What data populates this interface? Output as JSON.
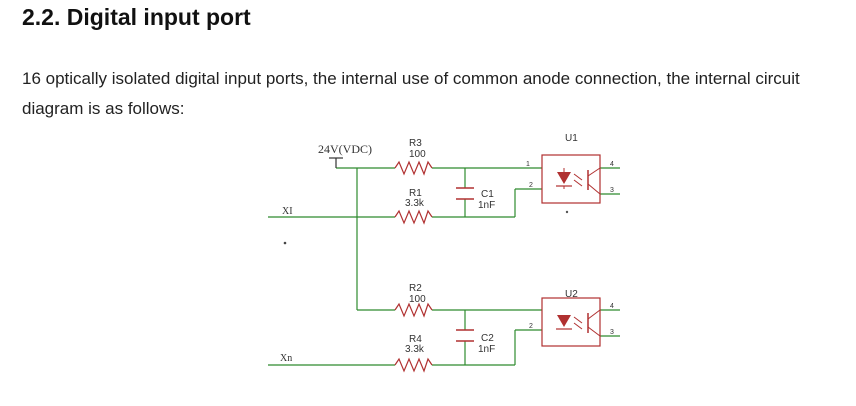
{
  "section": {
    "heading": "2.2. Digital input port",
    "paragraph": "16 optically isolated digital input ports, the internal use of common anode connection, the internal circuit diagram is as follows:"
  },
  "diagram": {
    "supply_label": "24V(VDC)",
    "inputs": {
      "first": "XI",
      "last": "Xn"
    },
    "r3": {
      "name": "R3",
      "value": "100"
    },
    "r1": {
      "name": "R1",
      "value": "3.3k"
    },
    "c1": {
      "name": "C1",
      "value": "1nF"
    },
    "u1": {
      "name": "U1"
    },
    "r2": {
      "name": "R2",
      "value": "100"
    },
    "r4": {
      "name": "R4",
      "value": "3.3k"
    },
    "c2": {
      "name": "C2",
      "value": "1nF"
    },
    "u2": {
      "name": "U2"
    },
    "pins": {
      "p1": "1",
      "p2": "2",
      "p3": "3",
      "p4": "4"
    },
    "wire_color": "#2e8b2e",
    "part_color": "#b03030"
  }
}
